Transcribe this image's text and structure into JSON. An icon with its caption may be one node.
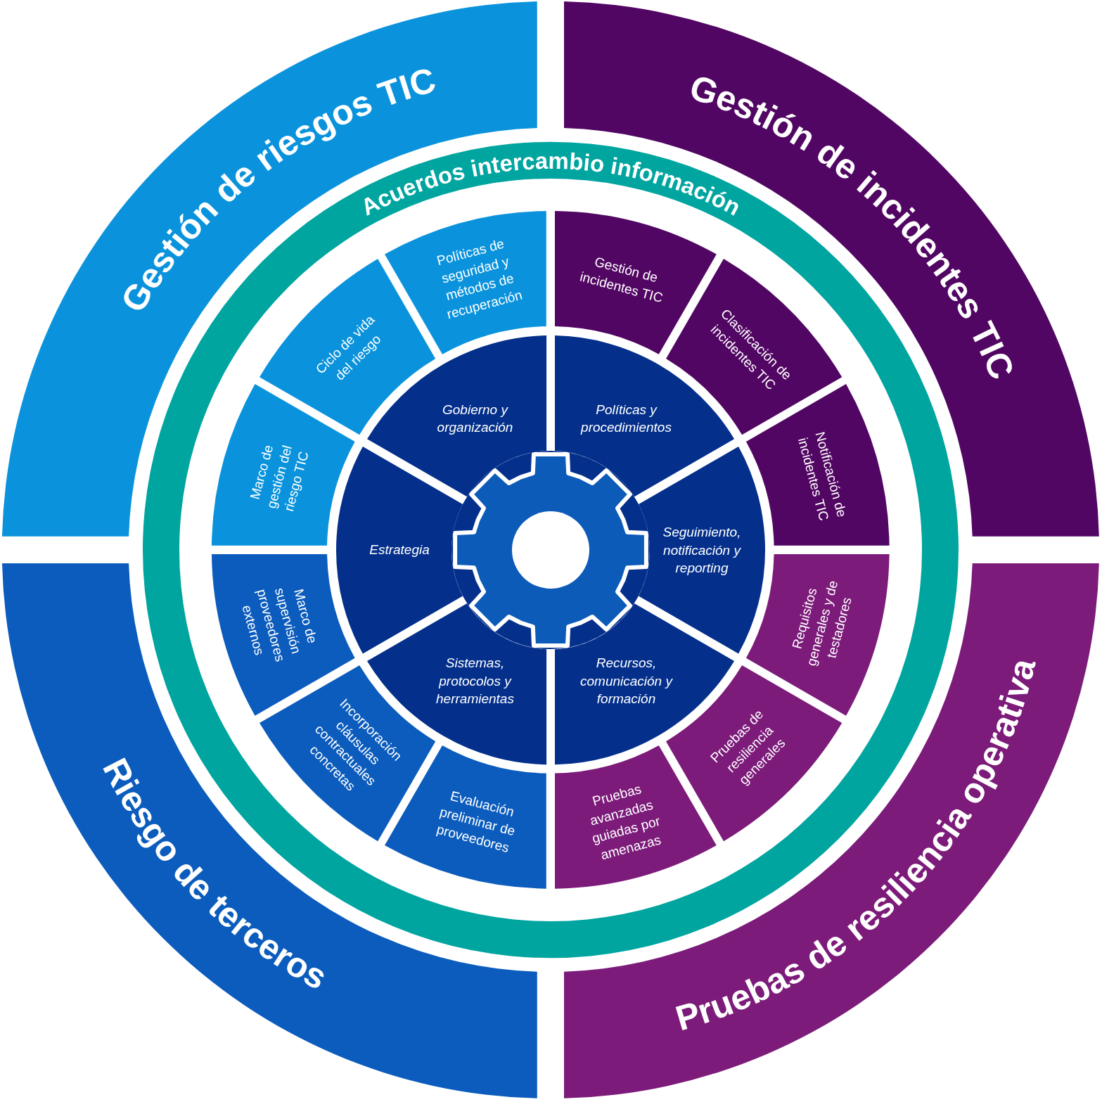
{
  "diagram": {
    "nodes": [
      {
        "text": [
          "Gestión de riesgos TIC"
        ]
      },
      {
        "text": [
          "Gestión de incidentes TIC"
        ]
      },
      {
        "text": [
          "Riesgo de terceros"
        ]
      },
      {
        "text": [
          "Pruebas de resiliencia operativa"
        ]
      },
      {
        "text": [
          "Acuerdos intercambio información"
        ]
      },
      {
        "text": [
          "Gestión de incidentes TIC"
        ],
        "in": 4
      },
      {
        "text": [
          "Clasificación de incidentes TIC"
        ],
        "in": 4
      },
      {
        "text": [
          "Notificación de incidentes TIC"
        ],
        "in": 4
      },
      {
        "text": [
          "Requisitos generales y de testadores"
        ],
        "in": 4
      },
      {
        "text": [
          "Pruebas de resiliencia generales"
        ],
        "in": 4
      },
      {
        "text": [
          "Pruebas avanzadas guiadas por amenazas"
        ],
        "in": 4
      },
      {
        "text": [
          "Evaluación preliminar de proveedores"
        ],
        "in": 4
      },
      {
        "text": [
          "Incorporación cláusulas contractuales concretas"
        ],
        "in": 4
      },
      {
        "text": [
          "Marco de supervisión proveedores externos"
        ],
        "in": 4
      },
      {
        "text": [
          "Marco de gestión del riesgo TIC"
        ],
        "in": 4
      },
      {
        "text": [
          "Ciclo de vida del riesgo"
        ],
        "in": 4
      },
      {
        "text": [
          "Políticas de seguridad y métodos de recuperación"
        ],
        "in": 4
      },
      {
        "text": [
          "Políticas y procedimientos"
        ],
        "in": 4
      },
      {
        "text": [
          "Seguimiento, notificación y reporting"
        ],
        "in": 4
      },
      {
        "text": [
          "Recursos, comunicación y formación"
        ],
        "in": 4
      },
      {
        "text": [
          "Sistemas, protocolos y herramientas"
        ],
        "in": 4
      },
      {
        "text": [
          "Estrategia"
        ],
        "in": 4
      },
      {
        "text": [
          "Gobierno y organización"
        ],
        "in": 4
      }
    ]
  }
}
